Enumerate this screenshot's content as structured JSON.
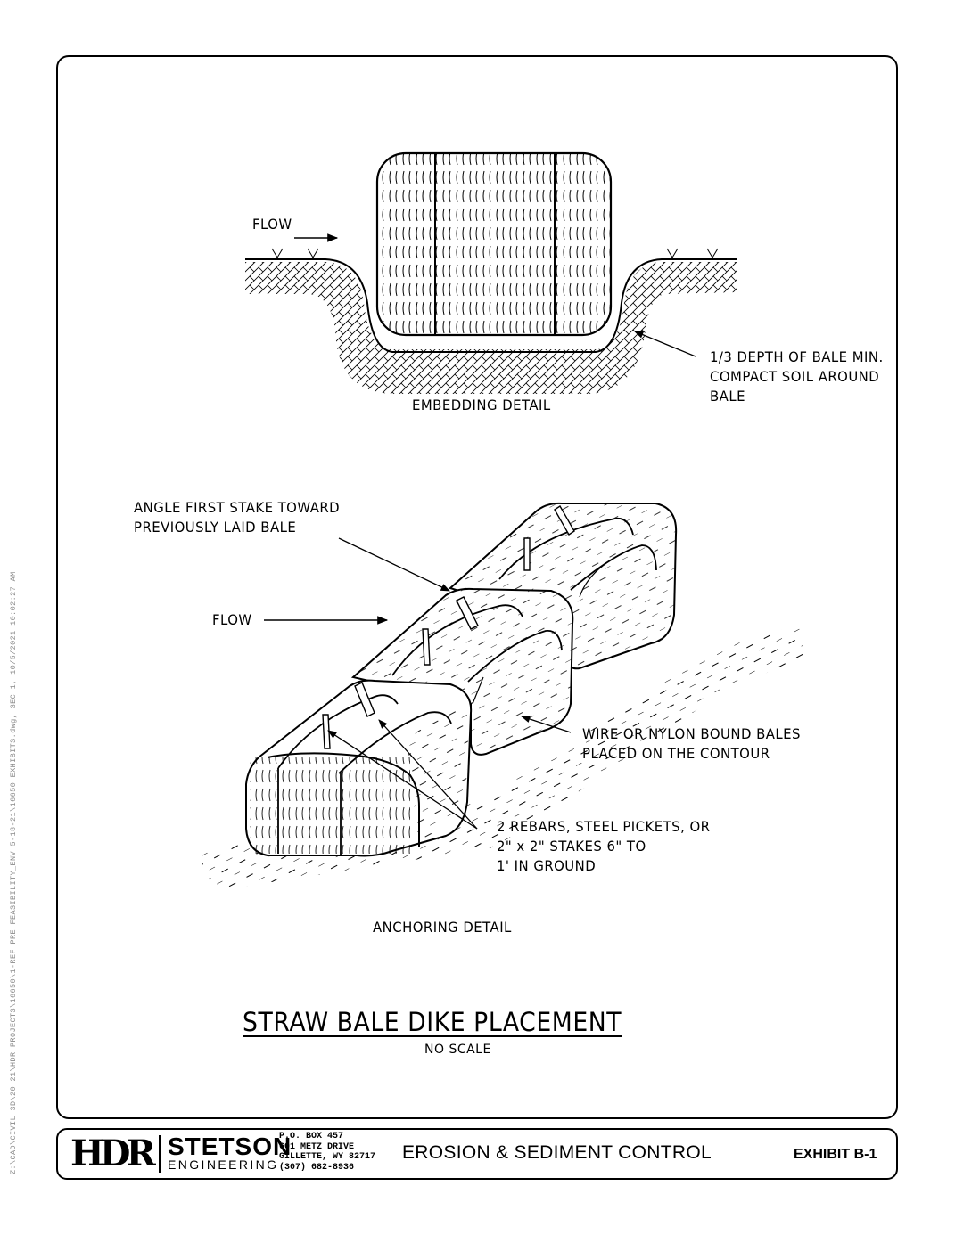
{
  "drawing": {
    "embedding": {
      "flow_label": "FLOW",
      "detail_label": "EMBEDDING DETAIL",
      "note_lines": [
        "1/3 DEPTH OF BALE MIN.",
        "COMPACT SOIL AROUND",
        "BALE"
      ]
    },
    "anchoring": {
      "stake_note_lines": [
        "ANGLE FIRST STAKE TOWARD",
        "PREVIOUSLY LAID BALE"
      ],
      "flow_label": "FLOW",
      "bales_note_lines": [
        "WIRE OR NYLON BOUND BALES",
        "PLACED ON THE CONTOUR"
      ],
      "rebar_note_lines": [
        "2 REBARS, STEEL PICKETS, OR",
        "2\" x 2\" STAKES 6\" TO",
        "1' IN GROUND"
      ],
      "detail_label": "ANCHORING DETAIL"
    },
    "title": "STRAW BALE DIKE PLACEMENT",
    "scale_note": "NO SCALE"
  },
  "title_block": {
    "logo_hdr": "HDR",
    "logo_stetson": "STETSON",
    "logo_engineering": "ENGINEERING",
    "address_lines": [
      "P.O. BOX 457",
      "601 METZ DRIVE",
      "GILLETTE, WY  82717",
      "(307) 682-8936"
    ],
    "sheet_title": "EROSION & SEDIMENT CONTROL",
    "exhibit": "EXHIBIT B-1"
  },
  "file_path_text": "Z:\\CAD\\CIVIL 3D\\20 21\\HDR PROJECTS\\16650\\1-REF PRE FEASIBILITY_ENV 5-18-21\\16650 EXHIBITS.dwg, SEC 1, 10/5/2021 10:02:27 AM",
  "colors": {
    "ink": "#000000",
    "paper": "#ffffff",
    "faint": "#8a8a8a"
  }
}
